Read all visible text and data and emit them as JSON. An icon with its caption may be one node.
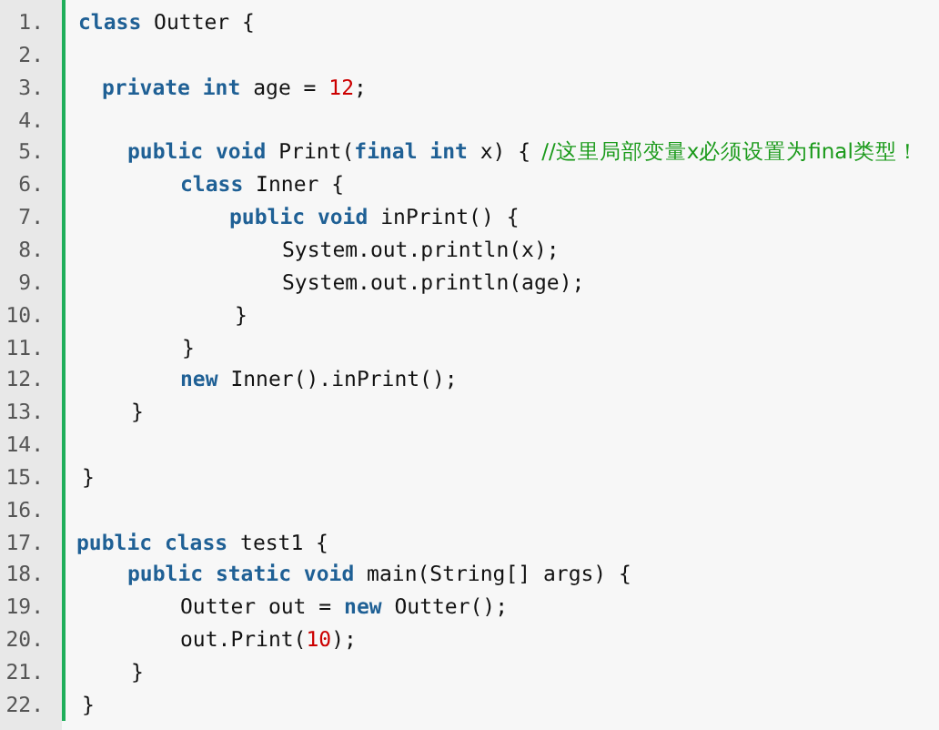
{
  "diagram": {
    "labels": [
      "1.",
      "**class** Outter {",
      "2.",
      "3.",
      "**private int** age = 12;",
      "4.",
      "5.",
      "**public void** Print(**final int** x) {",
      "//这里局部变量x必须设置为final类型！",
      "6.",
      "**class** Inner {",
      "7.",
      "**public void** inPrint() {",
      "8.",
      "System.out.println(x);",
      "9.",
      "System.out.println(age);",
      "10.",
      "}",
      "11.",
      "}",
      "12.",
      "**new** Inner().inPrint();",
      "13.",
      "}",
      "14.",
      "15.",
      "}",
      "16.",
      "17.",
      "**public class** test1 {",
      "18.",
      "**public static void** main(String[] args) {",
      "19.",
      "Outter out = **new** Outter();",
      "20.",
      "out.Print(10);",
      "21.",
      "}",
      "22.",
      "}"
    ]
  }
}
